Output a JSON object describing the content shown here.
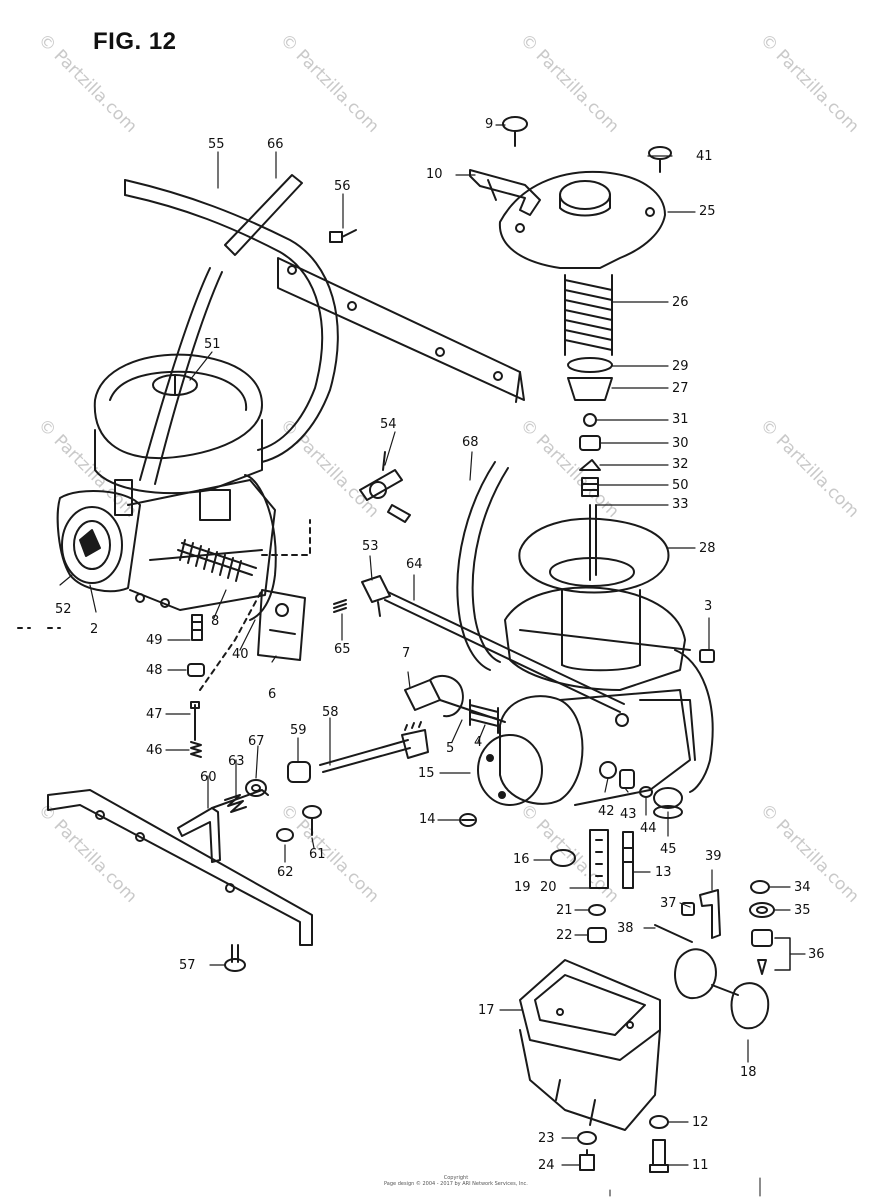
{
  "figure": {
    "title": "FIG. 12",
    "watermark": "© Partzilla.com",
    "watermark_color": "#c9c9c9",
    "line_color": "#1a1a1a",
    "footer_line1": "Copyright",
    "footer_line2": "Page design © 2004 - 2017 by ARI Network Services, Inc."
  },
  "callouts": {
    "c2": "2",
    "c3": "3",
    "c4": "4",
    "c5": "5",
    "c6": "6",
    "c7": "7",
    "c8": "8",
    "c9": "9",
    "c10": "10",
    "c11": "11",
    "c12": "12",
    "c13": "13",
    "c14": "14",
    "c15": "15",
    "c16": "16",
    "c17": "17",
    "c18": "18",
    "c19": "19",
    "c20": "20",
    "c21": "21",
    "c22": "22",
    "c23": "23",
    "c24": "24",
    "c25": "25",
    "c26": "26",
    "c27": "27",
    "c28": "28",
    "c29": "29",
    "c30": "30",
    "c31": "31",
    "c32": "32",
    "c33": "33",
    "c34": "34",
    "c35": "35",
    "c36": "36",
    "c37": "37",
    "c38": "38",
    "c39": "39",
    "c40": "40",
    "c41": "41",
    "c42": "42",
    "c43": "43",
    "c44": "44",
    "c45": "45",
    "c46": "46",
    "c47": "47",
    "c48": "48",
    "c49": "49",
    "c50": "50",
    "c51": "51",
    "c52": "52",
    "c53": "53",
    "c54": "54",
    "c55": "55",
    "c56": "56",
    "c57": "57",
    "c58": "58",
    "c59": "59",
    "c60": "60",
    "c61": "61",
    "c62": "62",
    "c63": "63",
    "c64": "64",
    "c65": "65",
    "c66": "66",
    "c67": "67",
    "c68": "68"
  }
}
